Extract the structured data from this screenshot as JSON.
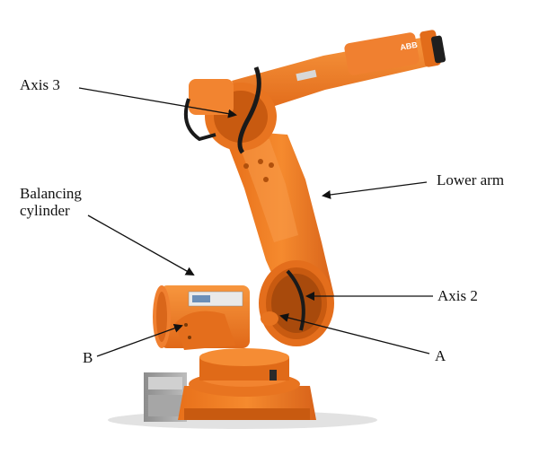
{
  "labels": {
    "axis3": "Axis 3",
    "balancing_line1": "Balancing",
    "balancing_line2": "cylinder",
    "lower_arm": "Lower arm",
    "axis2": "Axis 2",
    "point_a": "A",
    "point_b": "B"
  },
  "logo_text": "ABB",
  "colors": {
    "robot_orange": "#F07A1E",
    "robot_shadow": "#C85A10",
    "robot_highlight": "#F79A4A",
    "cable": "#1a1a1a",
    "base_grey": "#9a9a9a",
    "arrow": "#111111",
    "background": "#ffffff"
  }
}
